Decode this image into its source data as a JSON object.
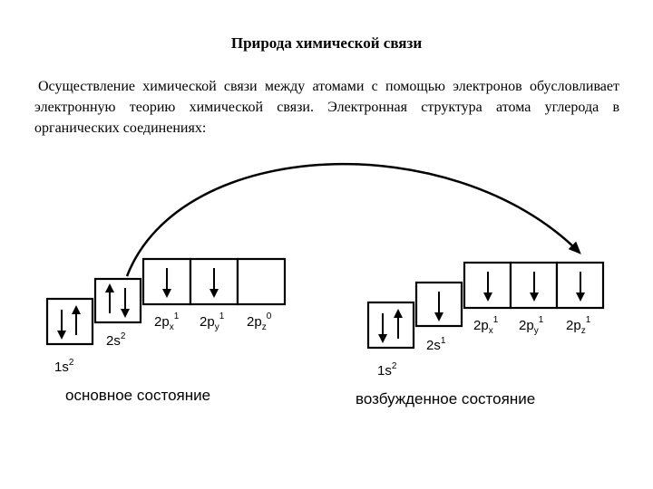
{
  "title": "Природа химической связи",
  "paragraph": "Осуществление химической связи между атомами с помощью электронов обусловливает электронную теорию химической связи. Электронная структура атома углерода в органических соединениях:",
  "diagram": {
    "ground": {
      "caption": "основное состояние",
      "labels": [
        {
          "main": "1s",
          "sub": "",
          "sup": "2"
        },
        {
          "main": "2s",
          "sub": "",
          "sup": "2"
        },
        {
          "main": "2p",
          "sub": "x",
          "sup": "1"
        },
        {
          "main": "2p",
          "sub": "y",
          "sup": "1"
        },
        {
          "main": "2p",
          "sub": "z",
          "sup": "0"
        }
      ]
    },
    "excited": {
      "caption": "возбужденное состояние",
      "labels": [
        {
          "main": "1s",
          "sub": "",
          "sup": "2"
        },
        {
          "main": "2s",
          "sub": "",
          "sup": "1"
        },
        {
          "main": "2p",
          "sub": "x",
          "sup": "1"
        },
        {
          "main": "2p",
          "sub": "y",
          "sup": "1"
        },
        {
          "main": "2p",
          "sub": "z",
          "sup": "1"
        }
      ]
    }
  }
}
